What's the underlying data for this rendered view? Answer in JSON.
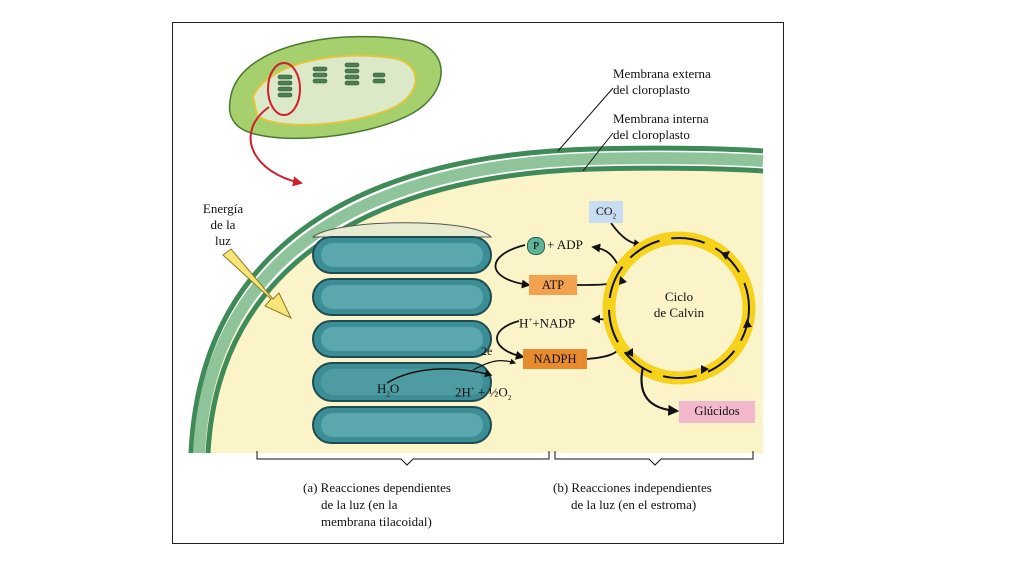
{
  "labels": {
    "outer_membrane_1": "Membrana externa",
    "outer_membrane_2": "del cloroplasto",
    "inner_membrane_1": "Membrana interna",
    "inner_membrane_2": "del cloroplasto",
    "light_energy_1": "Energía",
    "light_energy_2": "de la",
    "light_energy_3": "luz",
    "p": "P",
    "adp": "+ ADP",
    "atp": "ATP",
    "h_nadp_h": "H",
    "h_nadp_rest": "+NADP",
    "two_e": "2e",
    "nadph": "NADPH",
    "water_h": "H",
    "water_o": "O",
    "products_2h": "2H",
    "products_plus": "+ ½O",
    "co2": "CO",
    "co2_sub": "2",
    "calvin_1": "Ciclo",
    "calvin_2": "de Calvin",
    "glucidos": "Glúcidos"
  },
  "captions": {
    "a_1": "(a) Reacciones dependientes",
    "a_2": "de la luz (en la",
    "a_3": "membrana tilacoidal)",
    "b_1": "(b) Reacciones independientes",
    "b_2": "de la luz (en el estroma)"
  },
  "colors": {
    "stroma": "#fbf4c9",
    "membrane_green": "#3f8a59",
    "membrane_light": "#8fc49a",
    "thylakoid": "#3c8e96",
    "calvin_ring": "#f7d21b",
    "atp_box": "#f2a24f",
    "nadph_box": "#e88a2e",
    "co2_box": "#c8dcf2",
    "glucidos_box": "#f3b8cc",
    "red_arrow": "#d21d2a"
  }
}
